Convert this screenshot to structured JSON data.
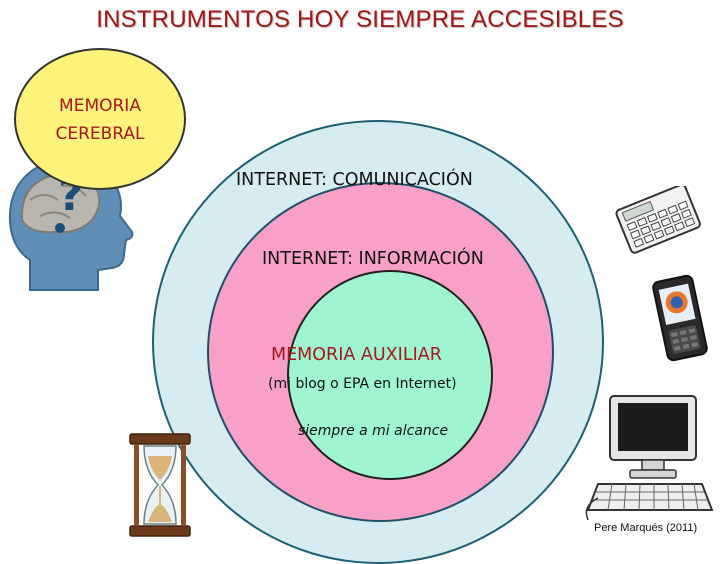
{
  "header": {
    "title": "INSTRUMENTOS HOY SIEMPRE ACCESIBLES"
  },
  "bubble": {
    "line1": "MEMORIA",
    "line2": "CEREBRAL"
  },
  "circles": {
    "outer_label": "INTERNET: COMUNICACIÓN",
    "middle_label": "INTERNET: INFORMACIÓN",
    "inner_label": "MEMORIA AUXILIAR",
    "inner_sub": "(mi blog o EPA en Internet)",
    "inner_note": "siempre a mi alcance"
  },
  "footer": {
    "credit": "Pere Marqués (2011)"
  },
  "colors": {
    "title": "#a31515",
    "outer_fill": "#d6ecf0",
    "middle_fill": "#f8a0c8",
    "inner_fill": "#9ff5cf",
    "bubble_fill": "#fdf37a",
    "accent_text": "#a3191f"
  },
  "icons": [
    "head-brain-icon",
    "calculator-icon",
    "smartphone-icon",
    "desktop-computer-icon",
    "hourglass-icon"
  ]
}
